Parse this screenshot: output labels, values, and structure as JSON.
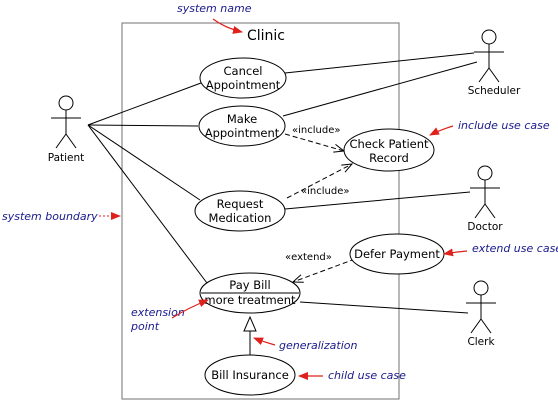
{
  "system": {
    "name": "Clinic"
  },
  "actors": {
    "patient": "Patient",
    "scheduler": "Scheduler",
    "doctor": "Doctor",
    "clerk": "Clerk"
  },
  "use_cases": {
    "cancel": [
      "Cancel",
      "Appointment"
    ],
    "make": [
      "Make",
      "Appointment"
    ],
    "check": [
      "Check Patient",
      "Record"
    ],
    "request": [
      "Request",
      "Medication"
    ],
    "defer": [
      "Defer Payment"
    ],
    "paybill": [
      "Pay Bill"
    ],
    "ext_point": "more treatment",
    "insurance": [
      "Bill Insurance"
    ]
  },
  "stereotypes": {
    "include_1": "«include»",
    "include_2": "«include»",
    "extend": "«extend»"
  },
  "annotations": {
    "system_name": "system name",
    "include_use_case": "include use case",
    "system_boundary": "system boundary",
    "extend_use_case": "extend use case",
    "extension_point": [
      "extension",
      "point"
    ],
    "generalization": "generalization",
    "child_use_case": "child use case"
  },
  "colors": {
    "annotation_text": "#1a1a8c",
    "annotation_arrow": "#e0201b",
    "line": "#000000"
  }
}
